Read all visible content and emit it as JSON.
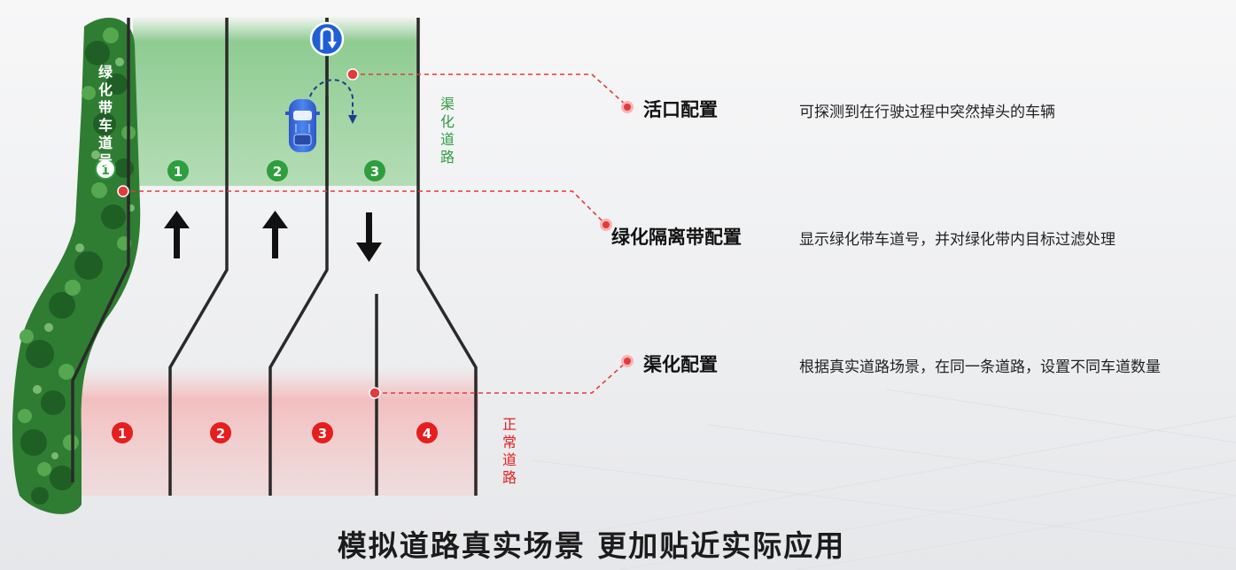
{
  "labels": {
    "greenbelt_vertical": "绿化带车道号",
    "channelized_road_vertical": "渠化道路",
    "normal_road_vertical": "正常道路"
  },
  "lane_numbers": {
    "greenbelt": [
      "1"
    ],
    "channelized": [
      "1",
      "2",
      "3"
    ],
    "normal": [
      "1",
      "2",
      "3",
      "4"
    ]
  },
  "callouts": [
    {
      "title": "活口配置",
      "description": "可探测到在行驶过程中突然掉头的车辆"
    },
    {
      "title": "绿化隔离带配置",
      "description": "显示绿化带车道号，并对绿化带内目标过滤处理"
    },
    {
      "title": "渠化配置",
      "description": "根据真实道路场景，在同一条道路，设置不同车道数量"
    }
  ],
  "caption": "模拟道路真实场景 更加贴近实际应用",
  "icons": {
    "sign": "u-turn-sign-icon",
    "car": "car-icon",
    "arrows": [
      "arrow-up-icon",
      "arrow-up-icon",
      "arrow-down-icon"
    ]
  },
  "colors": {
    "green_zone": "#7cc47f",
    "red_zone": "#f4b3b3",
    "badge_green": "#2e9e3e",
    "badge_red": "#e61e1e",
    "callout_red": "#e23b3b",
    "lane_line": "#2a2a2a",
    "sign_blue": "#1f5fd6"
  }
}
